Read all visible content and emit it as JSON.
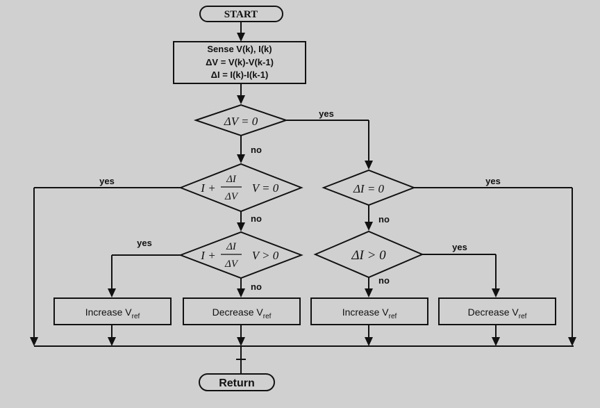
{
  "flowchart": {
    "start": "START",
    "sense": {
      "line1": "Sense V(k), I(k)",
      "line2": "ΔV = V(k)-V(k-1)",
      "line3": "ΔI = I(k)-I(k-1)"
    },
    "decisions": {
      "dv_zero": {
        "expr": "ΔV = 0"
      },
      "incr_cond_zero": {
        "lead": "I +",
        "num": "ΔI",
        "den": "ΔV",
        "tail": "V = 0"
      },
      "incr_cond_pos": {
        "lead": "I +",
        "num": "ΔI",
        "den": "ΔV",
        "tail": "V > 0"
      },
      "di_zero": {
        "expr": "ΔI = 0"
      },
      "di_pos": {
        "expr": "ΔI > 0"
      }
    },
    "actions": {
      "increase_left": {
        "text": "Increase V",
        "sub": "ref"
      },
      "decrease_left": {
        "text": "Decrease V",
        "sub": "ref"
      },
      "increase_right": {
        "text": "Increase V",
        "sub": "ref"
      },
      "decrease_right": {
        "text": "Decrease V",
        "sub": "ref"
      }
    },
    "labels": {
      "yes_dv": "yes",
      "no_dv": "no",
      "yes_left_outer": "yes",
      "no_cond_zero": "no",
      "yes_cond_pos": "yes",
      "no_cond_pos": "no",
      "no_di_zero": "no",
      "yes_right_outer": "yes",
      "no_di_pos": "no",
      "yes_di_pos": "yes"
    },
    "end": "Return"
  }
}
